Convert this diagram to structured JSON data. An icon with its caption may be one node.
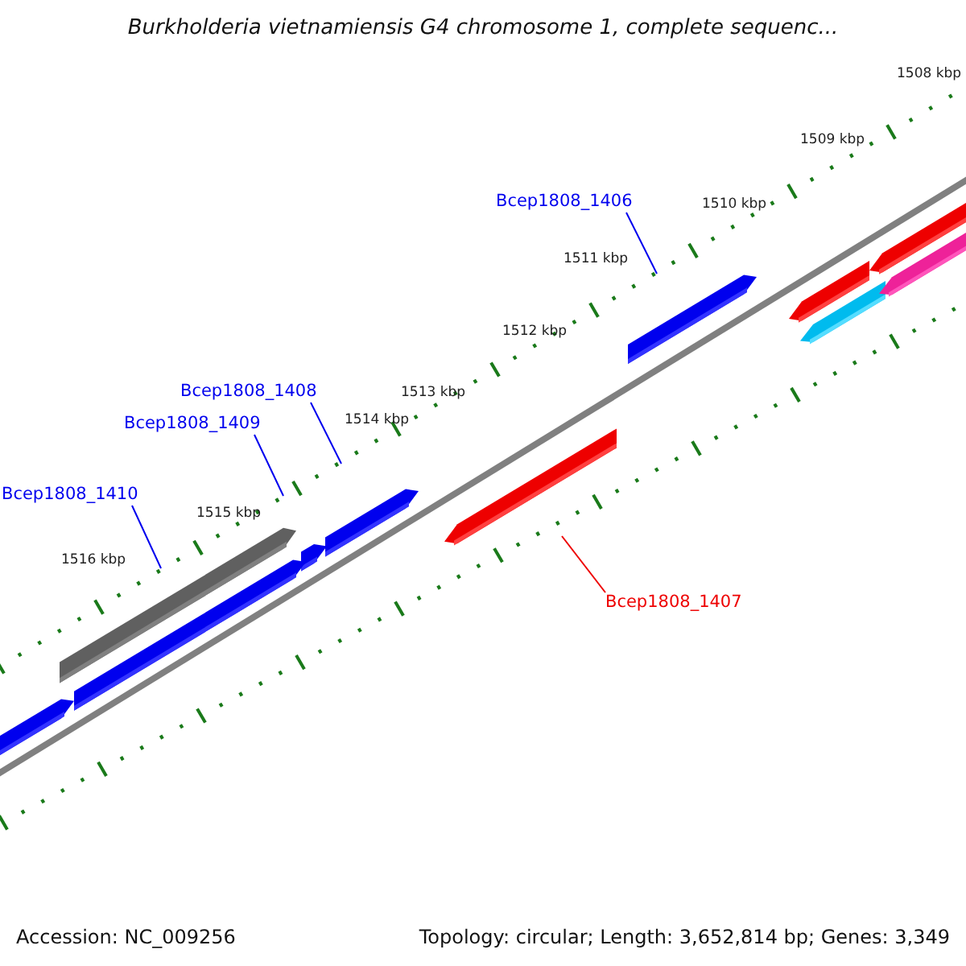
{
  "diagram": {
    "title": "Burkholderia vietnamiensis G4 chromosome 1, complete sequenc...",
    "nodes": [
      {
        "text": [
          "Bcep1808_1406"
        ]
      },
      {
        "text": [
          "Bcep1808_1408"
        ]
      },
      {
        "text": [
          "Bcep1808_1409"
        ]
      },
      {
        "text": [
          "Bcep1808_1410"
        ]
      },
      {
        "text": [
          "Bcep1808_1407"
        ]
      }
    ],
    "edges": [
      {
        "from": 0,
        "to": null,
        "arrow": "none"
      },
      {
        "from": 1,
        "to": null,
        "arrow": "none"
      },
      {
        "from": 2,
        "to": null,
        "arrow": "none"
      },
      {
        "from": 3,
        "to": null,
        "arrow": "none"
      },
      {
        "from": 4,
        "to": null,
        "arrow": "none",
        "color": "#ee0000"
      }
    ],
    "labels": [
      "1508 kbp",
      "1509 kbp",
      "1510 kbp",
      "1511 kbp",
      "1512 kbp",
      "1513 kbp",
      "1514 kbp",
      "1515 kbp",
      "1516 kbp",
      "Accession: NC_009256",
      "Topology: circular; Length: 3,652,814 bp; Genes: 3,349"
    ]
  }
}
